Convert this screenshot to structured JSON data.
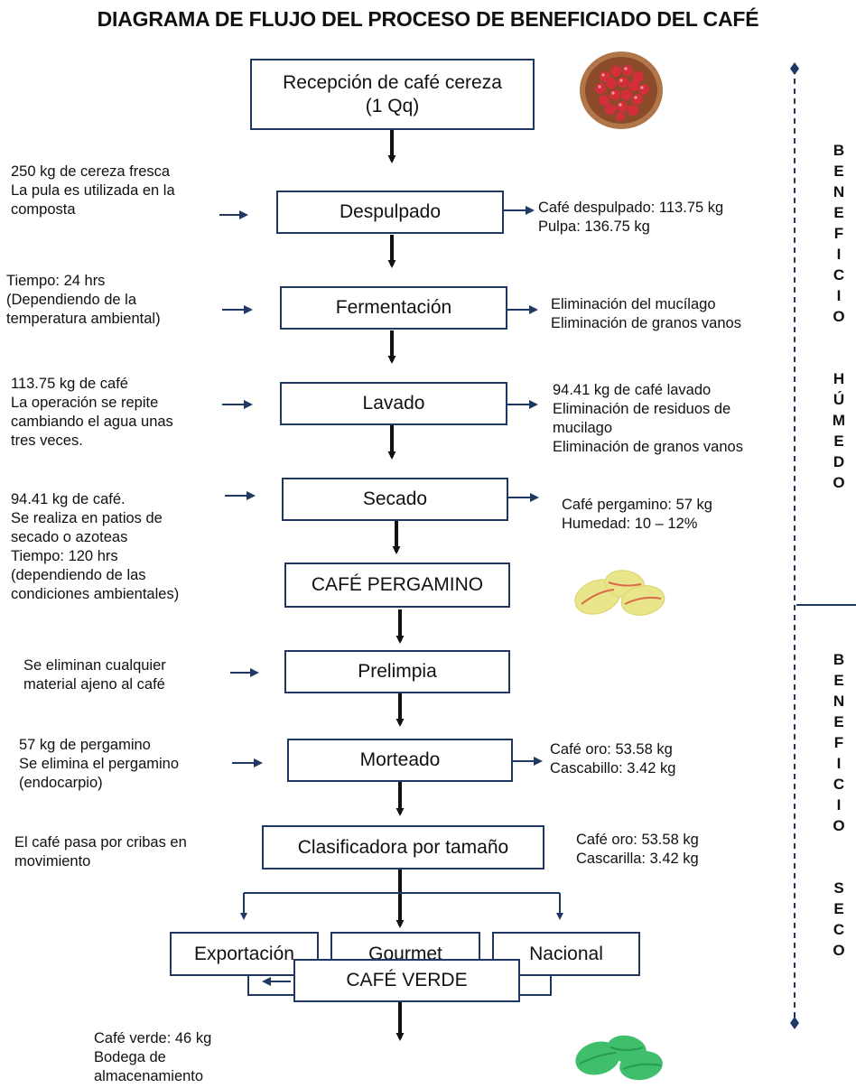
{
  "title": "DIAGRAMA DE FLUJO DEL PROCESO DE BENEFICIADO DEL CAFÉ",
  "steps": {
    "recepcion": [
      "Recepción de café cereza",
      "(1 Qq)"
    ],
    "despulpado": "Despulpado",
    "fermentacion": "Fermentación",
    "lavado": "Lavado",
    "secado": "Secado",
    "pergamino": "CAFÉ PERGAMINO",
    "prelimpia": "Prelimpia",
    "morteado": "Morteado",
    "clasificadora": "Clasificadora por tamaño",
    "exportacion": "Exportación",
    "gourmet": "Gourmet",
    "nacional": "Nacional",
    "verde": "CAFÉ VERDE"
  },
  "inputs": {
    "despulpado": "250 kg de cereza fresca\nLa pula es utilizada en la\ncomposta",
    "fermentacion": "Tiempo: 24 hrs\n(Dependiendo de la\ntemperatura ambiental)",
    "lavado": "113.75 kg de café\nLa operación se repite\ncambiando el agua unas\ntres veces.",
    "secado": "94.41 kg de café.\nSe realiza en patios de\nsecado o azoteas\nTiempo: 120 hrs\n(dependiendo de las\ncondiciones ambientales)",
    "prelimpia": "Se eliminan cualquier\nmaterial ajeno al café",
    "morteado": "57 kg de pergamino\nSe elimina el pergamino\n(endocarpio)",
    "clasificadora": "El café pasa por cribas en\nmovimiento"
  },
  "outputs": {
    "despulpado": "Café despulpado: 113.75 kg\nPulpa: 136.75 kg",
    "fermentacion": "Eliminación del mucílago\nEliminación de granos vanos",
    "lavado": "94.41 kg de café lavado\nEliminación de residuos de\nmucilago\nEliminación de granos vanos",
    "secado": "Café pergamino: 57 kg\nHumedad: 10 – 12%",
    "morteado": "Café oro: 53.58 kg\nCascabillo: 3.42 kg",
    "clasificadora": "Café oro: 53.58 kg\nCascarilla: 3.42 kg",
    "verde": "Café verde: 46 kg\nBodega de\nalmacenamiento"
  },
  "phases": {
    "humedo": [
      "B",
      "E",
      "N",
      "E",
      "F",
      "I",
      "C",
      "I",
      "O",
      "",
      "H",
      "Ú",
      "M",
      "E",
      "D",
      "O"
    ],
    "seco": [
      "B",
      "E",
      "N",
      "E",
      "F",
      "I",
      "C",
      "I",
      "O",
      "",
      "S",
      "E",
      "C",
      "O"
    ]
  },
  "colors": {
    "box_border": "#1f3864",
    "arrow_main": "#111111",
    "arrow_side": "#1f3864",
    "cherry": "#d32f3a",
    "parchment": "#e9e58a",
    "green_bean": "#3fbf6b"
  },
  "icons": {
    "cherry_basket": "coffee-cherry-basket-icon",
    "parchment_beans": "parchment-coffee-beans-icon",
    "green_beans": "green-coffee-beans-icon"
  }
}
